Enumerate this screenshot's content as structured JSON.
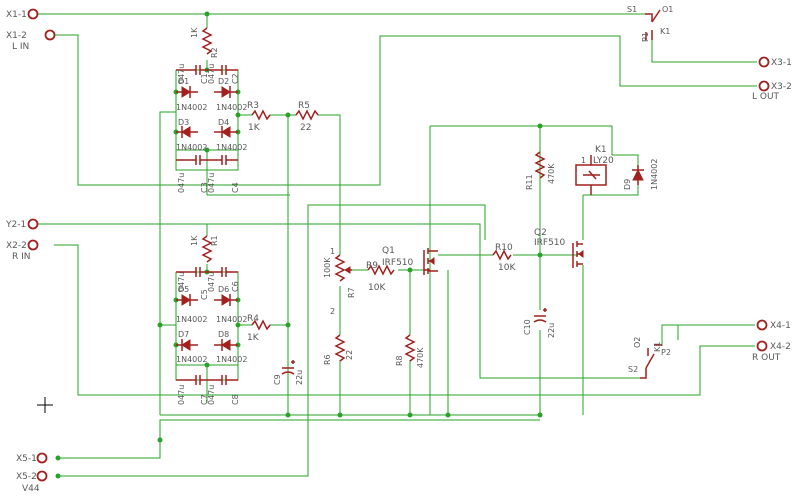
{
  "schematic": {
    "ports": {
      "x1_1": "X1-1",
      "x1_2": "X1-2",
      "l_in": "L IN",
      "x2_1": "Y2-1",
      "x2_2": "X2-2",
      "r_in": "R IN",
      "x5_1": "X5-1",
      "x5_2": "X5-2",
      "v_dd": "V44",
      "x3_1": "X3-1",
      "x3_2": "X3-2",
      "l_out": "L OUT",
      "x4_1": "X4-1",
      "x4_2": "X4-2",
      "r_out": "R OUT"
    },
    "components": {
      "r2": "R2",
      "r2_val": "1K",
      "r1": "R1",
      "r1_val": "1K",
      "r3": "R3",
      "r3_val": "1K",
      "r4": "R4",
      "r4_val": "1K",
      "r5": "R5",
      "r5_val": "22",
      "r6": "R6",
      "r6_val": "22",
      "r7": "R7",
      "r7_val": "100K",
      "r8": "R8",
      "r8_val": "470K",
      "r9": "R9",
      "r9_val": "10K",
      "r10": "R10",
      "r10_val": "10K",
      "r11": "R11",
      "r11_val": "470K",
      "d_val_1": "1N4002",
      "d_val_2": "1N4002",
      "d_val_3": "1N4002",
      "d_val_4": "1N4002",
      "d_val_5": "1N4002",
      "d_val_6": "1N4002",
      "d_val_7": "1N4002",
      "d_val_8": "1N4002",
      "d1": "D1",
      "d2": "D2",
      "d3": "D3",
      "d4": "D4",
      "d5": "D5",
      "d6": "D6",
      "d7": "D7",
      "d8": "D8",
      "d9": "D9",
      "d9_val": "1N4002",
      "c_val_1": "047u",
      "c_val_2": "047u",
      "c_val_3": "047u",
      "c_val_4": "047u",
      "c1": "C1",
      "c2": "C2",
      "c3": "C3",
      "c4": "C4",
      "c5": "C5",
      "c6": "C6",
      "c7": "C7",
      "c8": "C8",
      "c9": "C9",
      "c9_val": "22u",
      "c10": "C10",
      "c10_val": "22u",
      "q1": "Q1",
      "q1_val": "IRF510",
      "q2": "Q2",
      "q2_val": "IRF510",
      "k1": "K1",
      "k1_val": "LY20",
      "k1_s1": "S1",
      "k1_o1": "O1",
      "k1_p1": "P1",
      "k1_s2": "S2",
      "k1_o2": "O2",
      "k1_p2": "P2",
      "k1_coil_top": "1",
      "k1_sw1": "K1",
      "k1_sw2": "K1",
      "r7_pin1": "1",
      "r7_pin2": "2"
    }
  }
}
